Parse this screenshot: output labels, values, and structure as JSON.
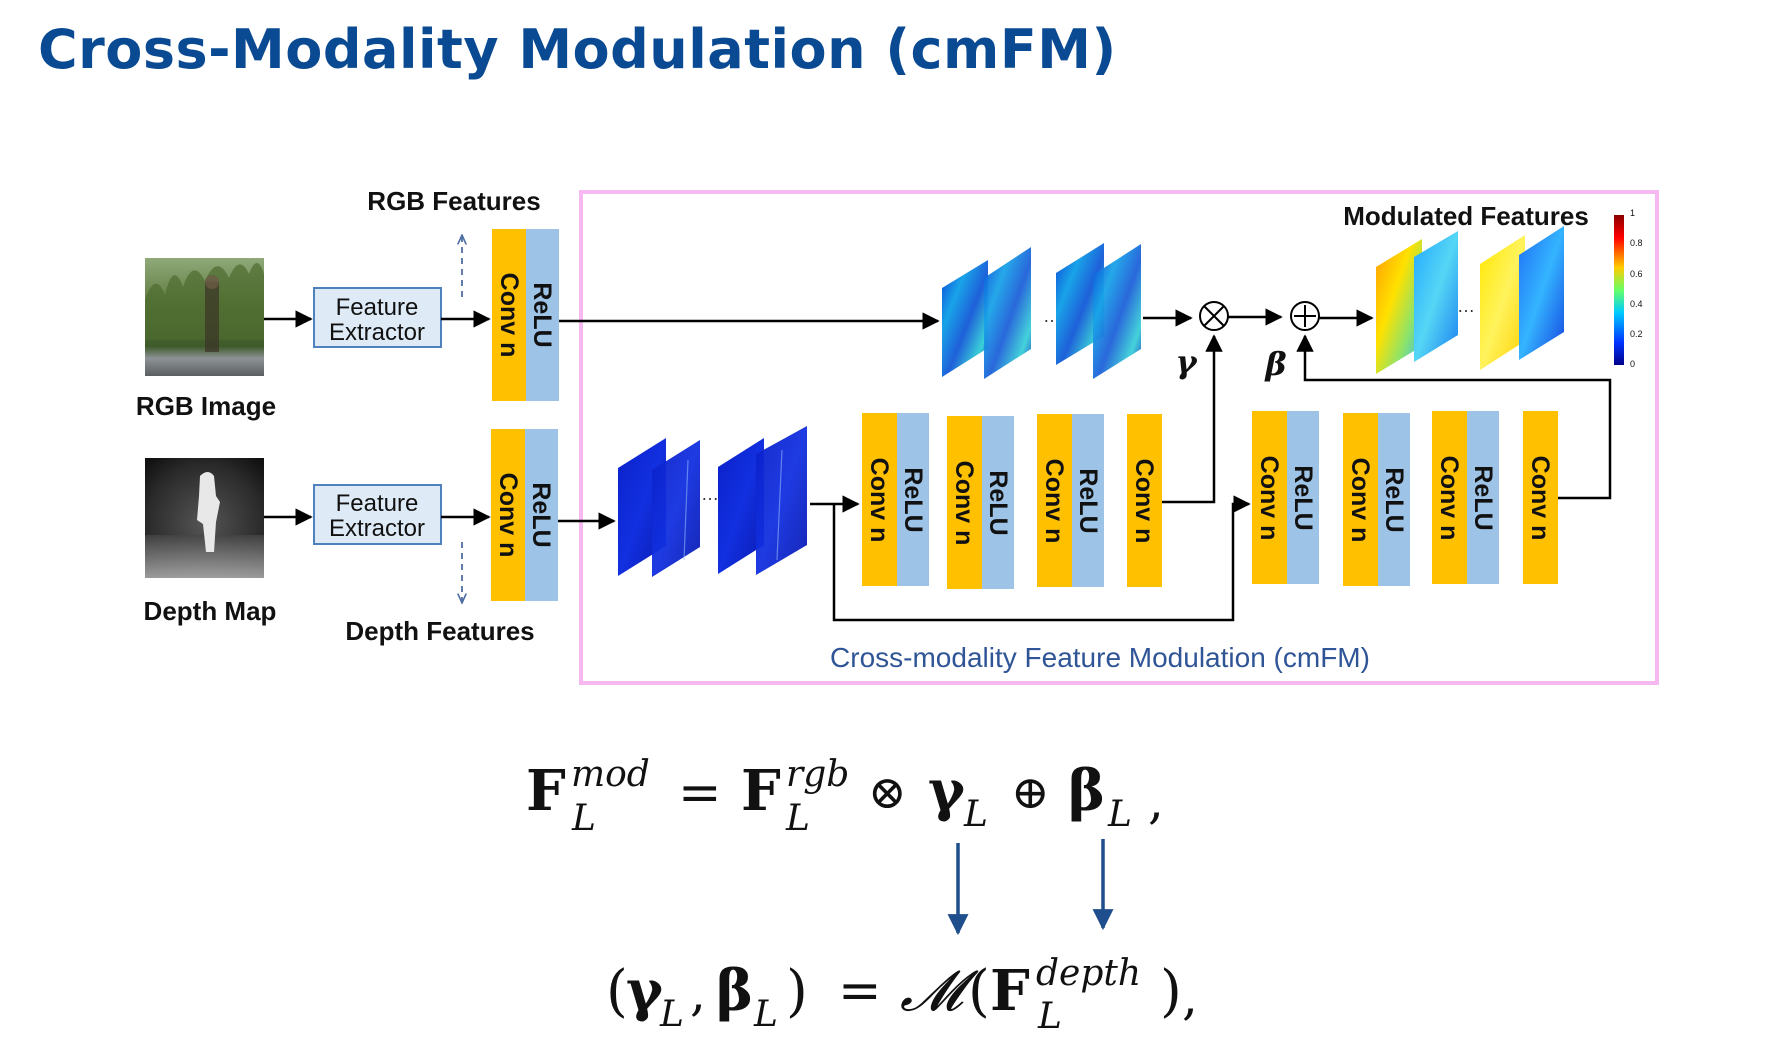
{
  "title": "Cross-Modality Modulation (cmFM)",
  "labels": {
    "rgb_features": "RGB Features",
    "depth_features": "Depth Features",
    "rgb_image": "RGB Image",
    "depth_map": "Depth Map",
    "modulated_features": "Modulated Features",
    "cmfm_caption": "Cross-modality Feature Modulation (cmFM)",
    "feature_extractor_line1": "Feature",
    "feature_extractor_line2": "Extractor",
    "conv": "Conv n",
    "relu": "ReLU",
    "gamma": "γ",
    "beta": "β",
    "ellipsis": "…"
  },
  "colorbar_ticks": [
    "1",
    "0.8",
    "0.6",
    "0.4",
    "0.2",
    "0"
  ],
  "equation1": {
    "F": "F",
    "mod": "mod",
    "L": "L",
    "eq": "=",
    "rgb": "rgb",
    "otimes": "⊗",
    "gamma": "γ",
    "oplus": "⊕",
    "beta": "β",
    "comma": ","
  },
  "equation2": {
    "open": "(",
    "gamma": "γ",
    "L": "L",
    "sep": ",",
    "beta": "β",
    "close": ")",
    "eq": "=",
    "M": "𝓜",
    "paren_open": "(",
    "F": "F",
    "depth": "depth",
    "paren_close": ")",
    "comma": ","
  },
  "colors": {
    "title": "#0a4a93",
    "conv": "#ffc000",
    "relu": "#9dc3e6",
    "box_border": "#f5b8f0",
    "extractor_fill": "#deebf7",
    "extractor_border": "#4f81bd",
    "arrow_blue": "#1f4e8c",
    "caption": "#2f5597"
  }
}
